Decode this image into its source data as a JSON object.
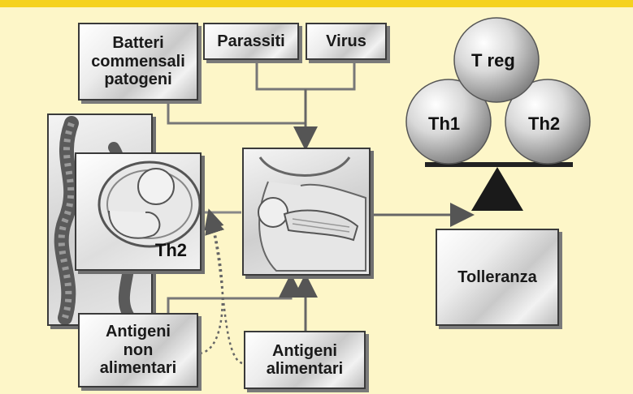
{
  "diagram": {
    "sources": {
      "batteri": "Batteri\ncommensali\npatogeni",
      "parassiti": "Parassiti",
      "virus": "Virus"
    },
    "antigeni_non_alimentari": "Antigeni\nnon\nalimentari",
    "antigeni_alimentari": "Antigeni\nalimentari",
    "fetus_label": "Th2",
    "outcome": "Tolleranza",
    "balance": {
      "top": "T reg",
      "left": "Th1",
      "right": "Th2"
    },
    "colors": {
      "background": "#fdf6c8",
      "top_bar": "#f5d21f",
      "arrows": "#555555"
    }
  }
}
